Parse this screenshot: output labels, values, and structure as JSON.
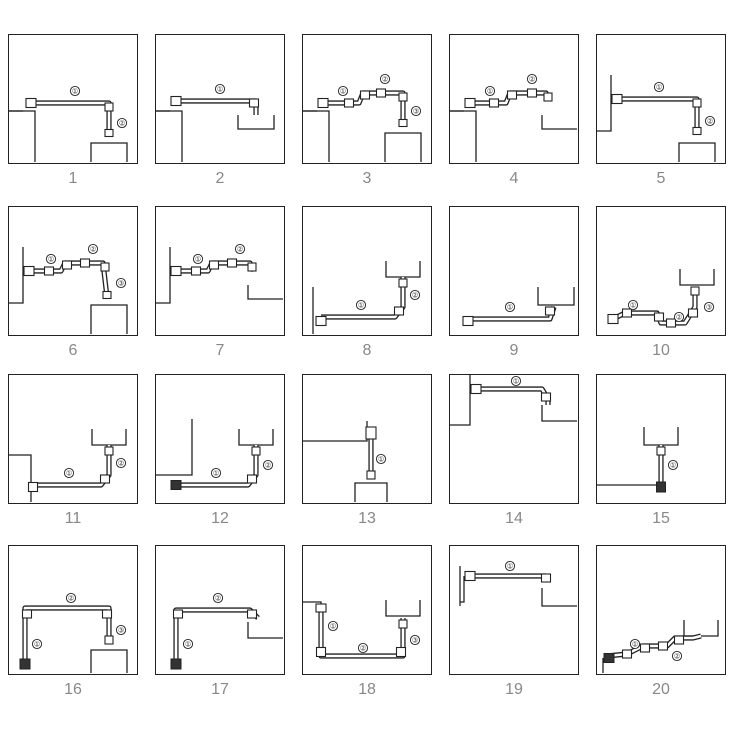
{
  "diagrams": [
    {
      "number": "1",
      "labels": [
        "①",
        "②"
      ]
    },
    {
      "number": "2",
      "labels": [
        "①"
      ]
    },
    {
      "number": "3",
      "labels": [
        "①",
        "②",
        "③"
      ]
    },
    {
      "number": "4",
      "labels": [
        "①",
        "②"
      ]
    },
    {
      "number": "5",
      "labels": [
        "①",
        "②"
      ]
    },
    {
      "number": "6",
      "labels": [
        "①",
        "②",
        "③"
      ]
    },
    {
      "number": "7",
      "labels": [
        "①",
        "②"
      ]
    },
    {
      "number": "8",
      "labels": [
        "①",
        "②"
      ]
    },
    {
      "number": "9",
      "labels": [
        "①"
      ]
    },
    {
      "number": "10",
      "labels": [
        "①",
        "②",
        "③"
      ]
    },
    {
      "number": "11",
      "labels": [
        "①",
        "②"
      ]
    },
    {
      "number": "12",
      "labels": [
        "①",
        "②"
      ]
    },
    {
      "number": "13",
      "labels": [
        "①"
      ]
    },
    {
      "number": "14",
      "labels": [
        "①"
      ]
    },
    {
      "number": "15",
      "labels": [
        "①"
      ]
    },
    {
      "number": "16",
      "labels": [
        "①",
        "②",
        "③"
      ]
    },
    {
      "number": "17",
      "labels": [
        "①",
        "②"
      ]
    },
    {
      "number": "18",
      "labels": [
        "①",
        "②",
        "③"
      ]
    },
    {
      "number": "19",
      "labels": [
        "①"
      ]
    },
    {
      "number": "20",
      "labels": [
        "①",
        "②"
      ]
    }
  ]
}
